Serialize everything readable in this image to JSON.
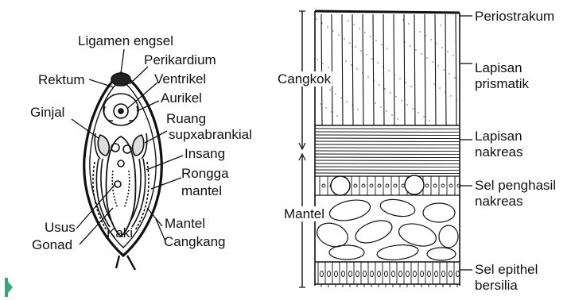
{
  "left_figure": {
    "labels": {
      "ligamen_engsel": "Ligamen engsel",
      "perikardium": "Perikardium",
      "rektum": "Rektum",
      "ventrikel": "Ventrikel",
      "aurikel": "Aurikel",
      "ginjal": "Ginjal",
      "ruang": "Ruang",
      "supxabrankial": "supxabrankial",
      "insang": "Insang",
      "rongga": "Rongga",
      "mantel_cavity": "mantel",
      "usus": "Usus",
      "gonad": "Gonad",
      "kaki": "Kaki",
      "mantel": "Mantel",
      "cangkang": "Cangkang"
    }
  },
  "right_figure": {
    "labels": {
      "periostrakum": "Periostrakum",
      "lapisan_prismatik_1": "Lapisan",
      "lapisan_prismatik_2": "prismatik",
      "lapisan_nakreas_1": "Lapisan",
      "lapisan_nakreas_2": "nakreas",
      "sel_penghasil_1": "Sel penghasil",
      "sel_penghasil_2": "nakreas",
      "sel_epithel_1": "Sel epithel",
      "sel_epithel_2": "bersilia",
      "cangkok": "Cangkok",
      "mantel": "Mantel"
    }
  },
  "colors": {
    "ink": "#111111",
    "marker": "#3aa37b"
  }
}
